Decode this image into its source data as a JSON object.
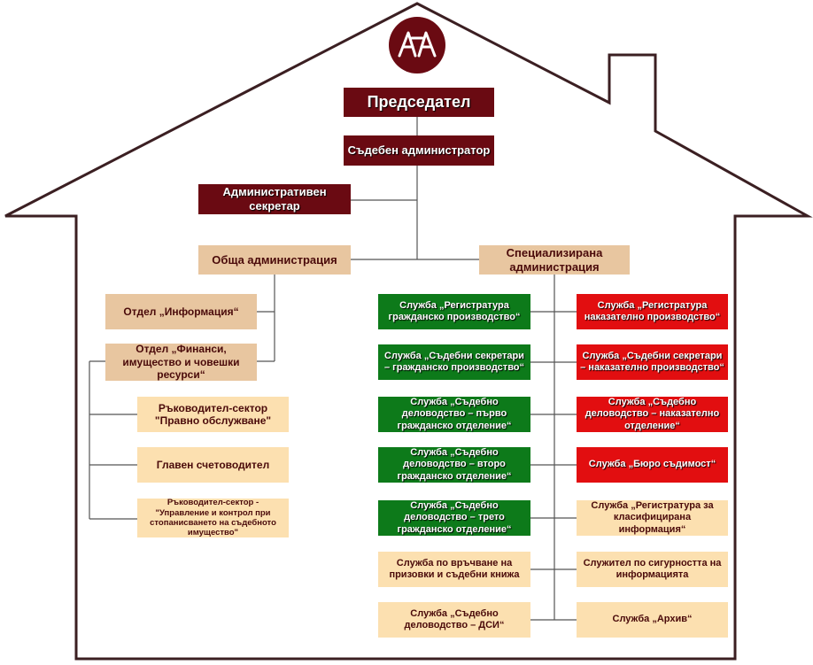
{
  "colors": {
    "dark": "#6a0a12",
    "tan": "#e8c6a0",
    "light": "#fce0b0",
    "green": "#0d7a1a",
    "red": "#e20e10",
    "outline": "#3b1f22"
  },
  "logo": {
    "icon": "scales-of-justice-logo"
  },
  "chairman": "Председател",
  "court_administrator": "Съдебен администратор",
  "admin_secretary": "Административен секретар",
  "general_admin": {
    "title": "Обща администрация",
    "units": [
      "Отдел „Информация“",
      "Отдел „Финанси, имущество и човешки ресурси“"
    ],
    "subunits": [
      "Ръководител-сектор \"Правно обслужване\"",
      "Главен счетоводител",
      "Ръководител-сектор - \"Управление и контрол при стопанисването на съдебното имущество\""
    ]
  },
  "specialized_admin": {
    "title": "Специализирана администрация",
    "civil": [
      "Служба „Регистратура гражданско производство“",
      "Служба „Съдебни секретари – гражданско производство“",
      "Служба „Съдебно деловодство – първо гражданско отделение“",
      "Служба „Съдебно деловодство – второ гражданско отделение“",
      "Служба „Съдебно деловодство – трето гражданско отделение“",
      "Служба по връчване на призовки и съдебни книжа",
      "Служба „Съдебно деловодство – ДСИ“"
    ],
    "criminal": [
      "Служба „Регистратура наказателно производство“",
      "Служба „Съдебни секретари – наказателно производство“",
      "Служба „Съдебно деловодство – наказателно отделение“",
      "Служба „Бюро съдимост“",
      "Служба „Регистратура за класифицирана информация“",
      "Служител по сигурността на информацията",
      "Служба „Архив“"
    ]
  }
}
